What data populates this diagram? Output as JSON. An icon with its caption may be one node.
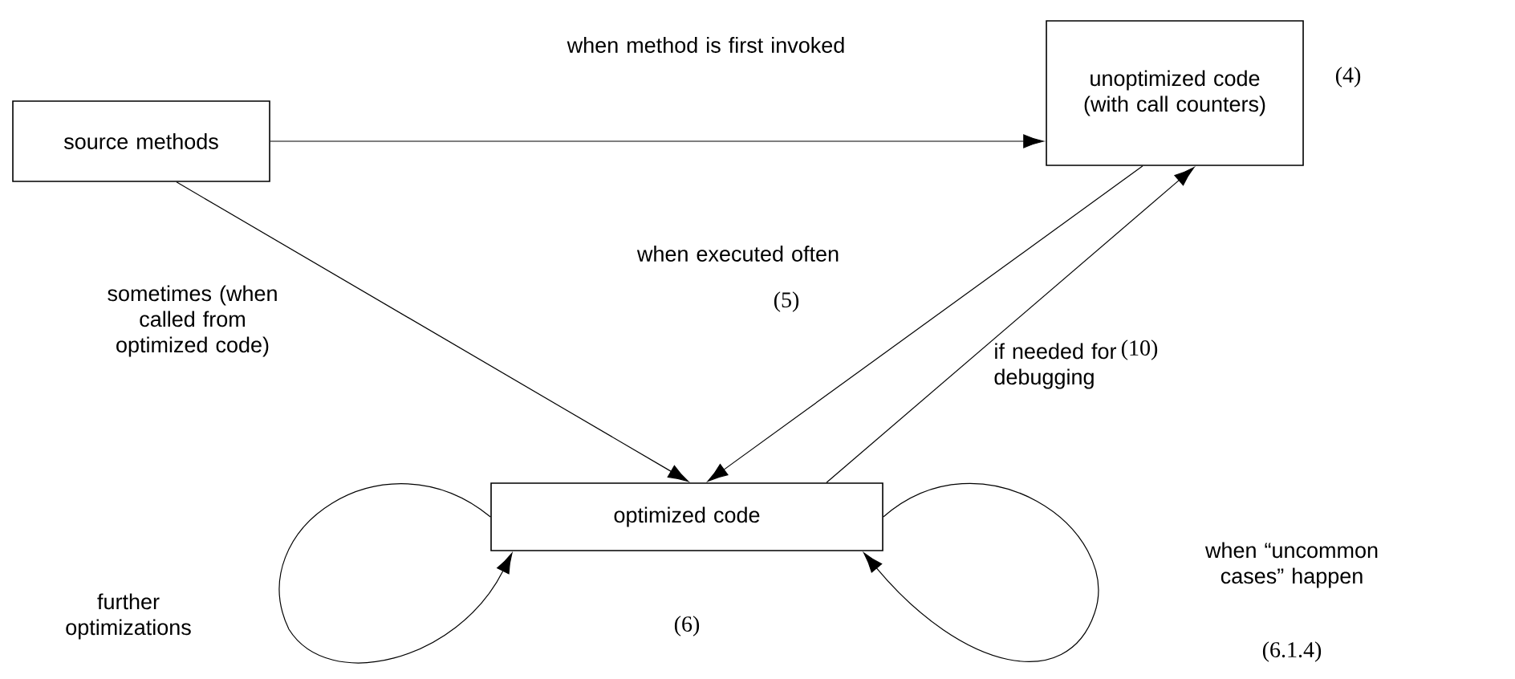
{
  "diagram": {
    "nodes": [
      {
        "text": [
          "source methods"
        ]
      },
      {
        "text": [
          "unoptimized code (with call counters)"
        ],
        "beside": [
          "(4)"
        ]
      },
      {
        "text": [
          "optimized code"
        ],
        "beside": [
          "(6)"
        ]
      }
    ],
    "edges": [
      {
        "from": 0,
        "to": 1,
        "arrow": "to",
        "label": "when method is first invoked"
      },
      {
        "from": 0,
        "to": 2,
        "arrow": "to",
        "label": "sometimes (when called from optimized code)"
      },
      {
        "from": 1,
        "to": 2,
        "arrow": "to",
        "label": "when executed often"
      },
      {
        "from": 2,
        "to": 1,
        "arrow": "to",
        "label": "if needed for debugging"
      },
      {
        "from": 2,
        "to": 2,
        "arrow": "to",
        "label": "further optimizations"
      },
      {
        "from": 2,
        "to": 2,
        "arrow": "to",
        "label": "when “uncommon cases” happen"
      }
    ],
    "labels": [
      "(5)",
      "(10)",
      "(6.1.4)"
    ]
  }
}
